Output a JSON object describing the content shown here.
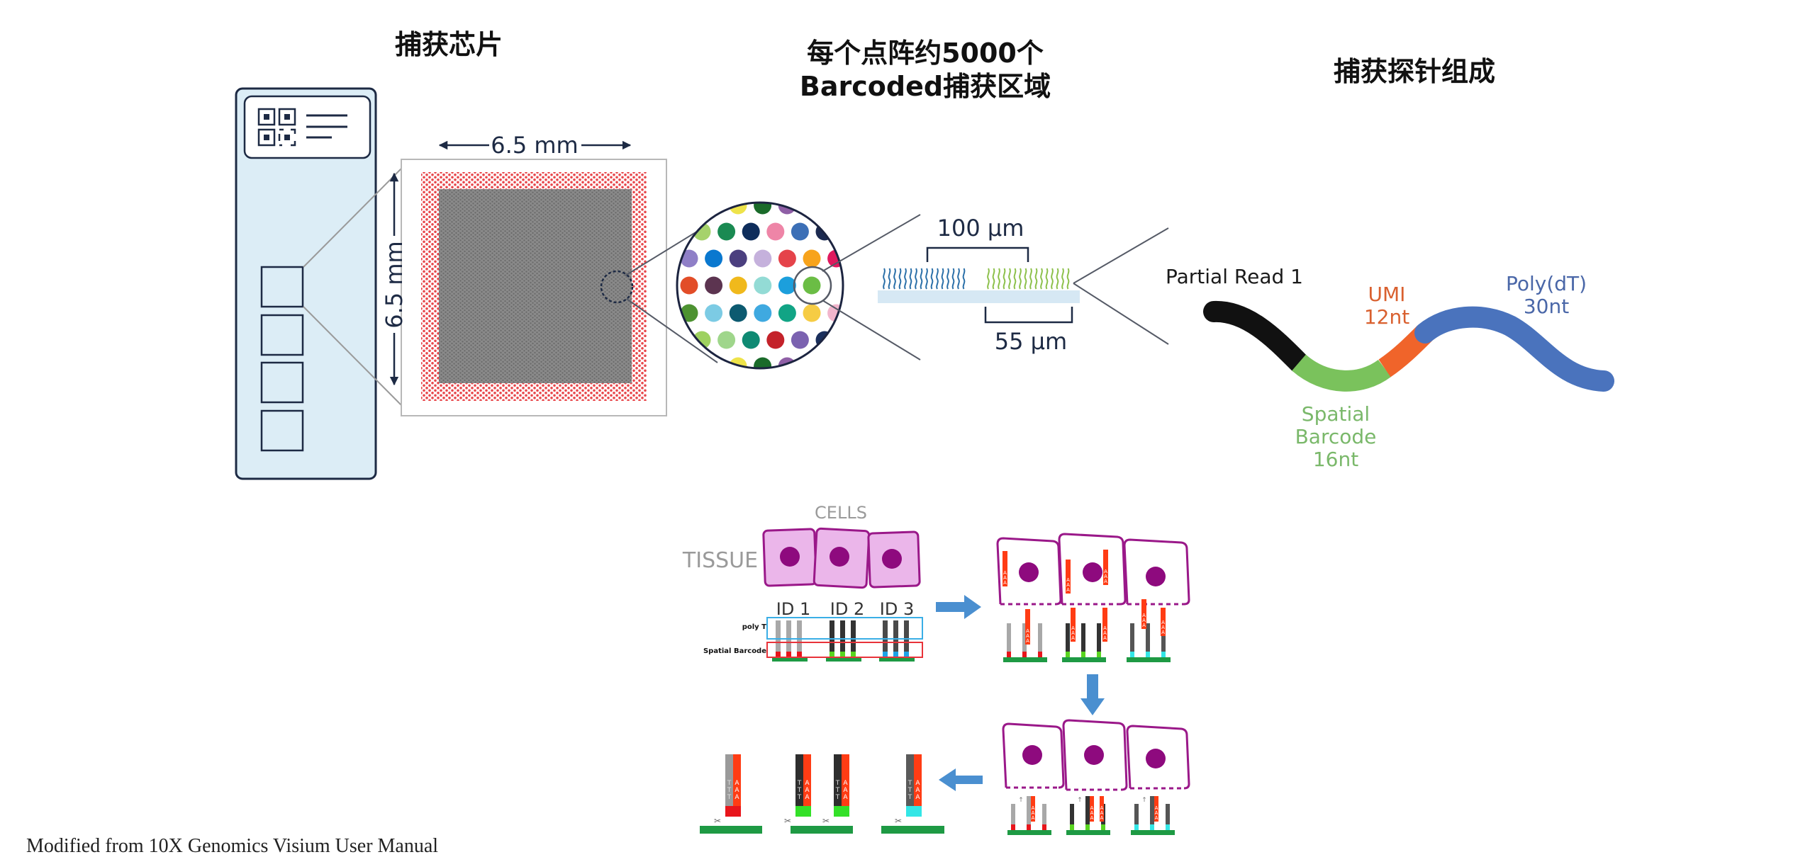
{
  "titles": {
    "capture_chip": "捕获芯片",
    "spots_line1": "每个点阵约5000个",
    "spots_line2": "Barcoded捕获区域",
    "probe_composition": "捕获探针组成"
  },
  "chip": {
    "width_label": "6.5 mm",
    "height_label": "6.5 mm",
    "capture_area_count": 4,
    "slide_color": "#dcedf6",
    "outline_color": "#1d2a44",
    "fiducial_color": "#e8474b",
    "array_color": "#7a7a7a"
  },
  "spot_zoom": {
    "rows": [
      [
        "#a6d26b",
        "#1a8a52",
        "#0e2d5b",
        "#ee85a7",
        "#3c6fb6",
        "#1c2a50"
      ],
      [
        "#8f7fc7",
        "#0a78cf",
        "#4b3f7f",
        "#c5b1dc",
        "#e5434a",
        "#f7a31c",
        "#e0195e"
      ],
      [
        "#13a89e",
        "#e24d28",
        "#5c3450",
        "#f0b91c",
        "#93dbd5",
        "#1c9fdc",
        "#6bbd45"
      ],
      [
        "#4d9231",
        "#7ccbe4",
        "#0c5a70",
        "#3fa9e0",
        "#11a485",
        "#f6cc44",
        "#f2b5cc"
      ],
      [
        "#9ed160",
        "#9fd68b",
        "#0f8a73",
        "#c4222a",
        "#7b62b0",
        "#1a2f5c"
      ]
    ],
    "edge_top": [
      "#eee34a",
      "#1a6b2a",
      "#8f5fa6"
    ],
    "edge_bottom": [
      "#eee34a",
      "#1a6b2a",
      "#8f5fa6"
    ]
  },
  "spot_spacing": {
    "center_distance_label": "100 µm",
    "spot_diameter_label": "55 µm",
    "left_spot_color": "#2a6fa8",
    "right_spot_color": "#8cc04a"
  },
  "probe": {
    "segments": [
      {
        "name": "Partial Read 1",
        "length": "",
        "color": "#111111"
      },
      {
        "name": "Spatial Barcode",
        "length": "16nt",
        "color": "#7ac25c"
      },
      {
        "name": "UMI",
        "length": "12nt",
        "color": "#f0642a"
      },
      {
        "name": "Poly(dT)",
        "length": "30nt",
        "color": "#4a73bd"
      }
    ],
    "labels": {
      "read1": "Partial Read 1",
      "barcode_l1": "Spatial",
      "barcode_l2": "Barcode",
      "barcode_l3": "16nt",
      "umi_l1": "UMI",
      "umi_l2": "12nt",
      "polyt_l1": "Poly(dT)",
      "polyt_l2": "30nt"
    },
    "label_colors": {
      "read1": "#1a1a1a",
      "barcode": "#7ab86a",
      "umi": "#d9602f",
      "polyt": "#4a67a8"
    }
  },
  "workflow": {
    "tissue_label": "TISSUE",
    "cells_label": "CELLS",
    "id_labels": [
      "ID 1",
      "ID 2",
      "ID 3"
    ],
    "poly_t_label": "poly T",
    "barcode_label": "Spatial Barcode",
    "barcode_colors": [
      "#e8151b",
      "#59d520",
      "#1ea3e6"
    ],
    "cleaved_barcode_colors": [
      "#e8151b",
      "#33e028",
      "#33e028",
      "#33e6e6"
    ],
    "cleaved_polyt_colors": [
      "#9a9a9a",
      "#2e2e2e",
      "#2e2e2e",
      "#5a5a5a"
    ],
    "mrna_letters": "AAA",
    "polyt_letters": "TTT",
    "cell_fill": "#ebb6ea",
    "cell_stroke": "#9a1889",
    "nucleus": "#8e0a7e",
    "arrow_color": "#4a8fd0",
    "base_color": "#1e9a44",
    "mrna_color": "#ff3c14"
  },
  "caption": "Modified from 10X Genomics Visium User Manual"
}
